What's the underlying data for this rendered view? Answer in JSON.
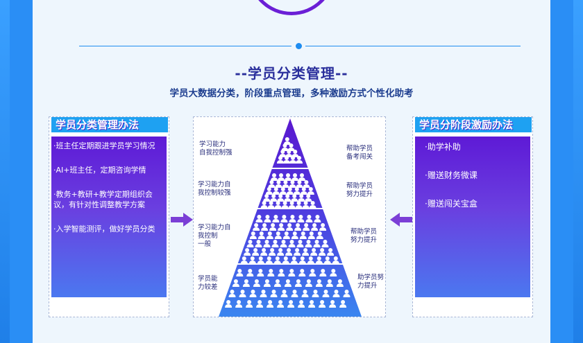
{
  "header": {
    "title": "--学员分类管理--",
    "subtitle": "学员大数据分类，阶段重点管理，多种激励方式个性化助考"
  },
  "left_panel": {
    "heading": "学员分类管理办法",
    "items": [
      "·班主任定期跟进学员学习情况",
      "·AI+班主任，定期咨询学情",
      "·教务+教研+教学定期组织会议，有针对性调整教学方案",
      "·入学智能测评，做好学员分类"
    ]
  },
  "right_panel": {
    "heading": "学员分阶段激励办法",
    "items": [
      "·助学补助",
      "·赠送财务微课",
      "·赠送闯关宝盒"
    ]
  },
  "pyramid": {
    "left_labels": [
      "学习能力\n自我控制强",
      "学习能力自\n我控制较强",
      "学习能力自\n我控制\n一般",
      "学员能\n力较差"
    ],
    "right_labels": [
      "帮助学员\n备考闯关",
      "帮助学员\n努力提升",
      "帮助学员\n努力提升",
      "助学员努\n力提升"
    ]
  },
  "colors": {
    "accent": "#1ea1f2",
    "purple": "#5e1ad6",
    "title": "#2a2f9c",
    "icon": "person-icon"
  }
}
